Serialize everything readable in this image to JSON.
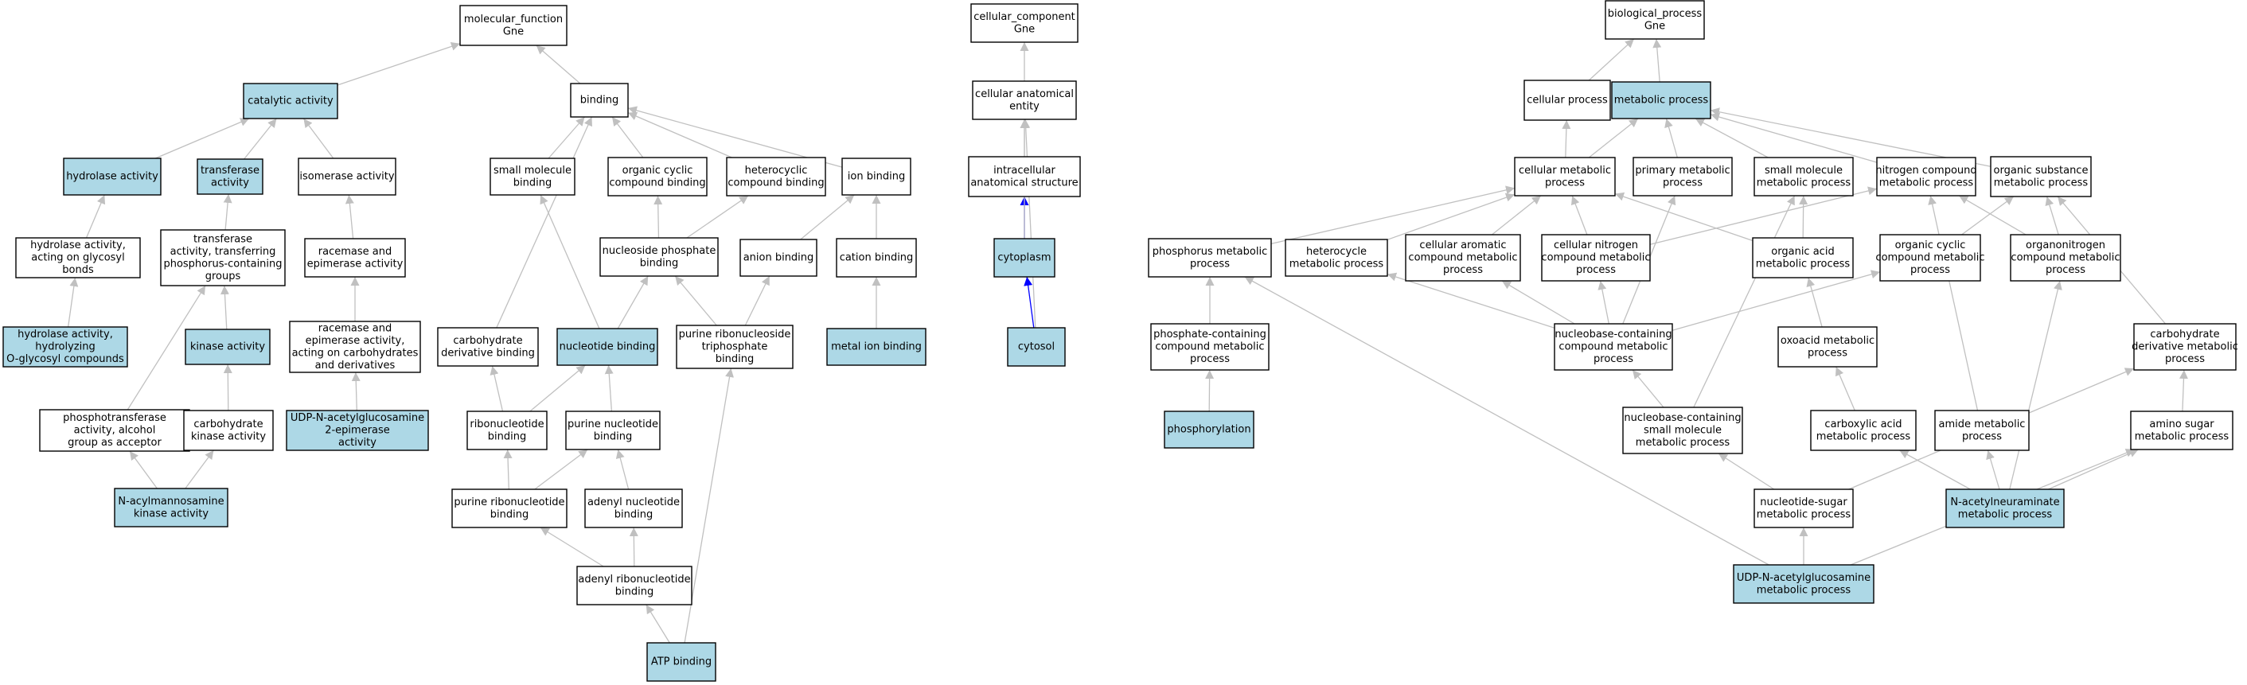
{
  "colors": {
    "highlight": "#add8e6",
    "normal": "#ffffff",
    "border": "#000000",
    "edge": "#c0c0c0",
    "edge_emph": "#0000ff"
  },
  "nodes": [
    {
      "id": "mf",
      "lines": [
        "molecular_function",
        "Gne"
      ],
      "hl": false
    },
    {
      "id": "cat",
      "lines": [
        "catalytic activity"
      ],
      "hl": true
    },
    {
      "id": "bind",
      "lines": [
        "binding"
      ],
      "hl": false
    },
    {
      "id": "hyd",
      "lines": [
        "hydrolase activity"
      ],
      "hl": true
    },
    {
      "id": "trf",
      "lines": [
        "transferase",
        "activity"
      ],
      "hl": true
    },
    {
      "id": "iso",
      "lines": [
        "isomerase activity"
      ],
      "hl": false
    },
    {
      "id": "hydgly",
      "lines": [
        "hydrolase activity,",
        "acting on glycosyl",
        "bonds"
      ],
      "hl": false
    },
    {
      "id": "trfp",
      "lines": [
        "transferase",
        "activity, transferring",
        "phosphorus-containing",
        "groups"
      ],
      "hl": false
    },
    {
      "id": "race",
      "lines": [
        "racemase and",
        "epimerase activity"
      ],
      "hl": false
    },
    {
      "id": "hydo",
      "lines": [
        "hydrolase activity,",
        "hydrolyzing",
        "O-glycosyl compounds"
      ],
      "hl": true
    },
    {
      "id": "kin",
      "lines": [
        "kinase activity"
      ],
      "hl": true
    },
    {
      "id": "racc",
      "lines": [
        "racemase and",
        "epimerase activity,",
        "acting on carbohydrates",
        "and derivatives"
      ],
      "hl": false
    },
    {
      "id": "udpepi",
      "lines": [
        "UDP-N-acetylglucosamine",
        "2-epimerase",
        "activity"
      ],
      "hl": true
    },
    {
      "id": "phtr",
      "lines": [
        "phosphotransferase",
        "activity, alcohol",
        "group as acceptor"
      ],
      "hl": false
    },
    {
      "id": "carbk",
      "lines": [
        "carbohydrate",
        "kinase activity"
      ],
      "hl": false
    },
    {
      "id": "nak",
      "lines": [
        "N-acylmannosamine",
        "kinase activity"
      ],
      "hl": true
    },
    {
      "id": "smb",
      "lines": [
        "small molecule",
        "binding"
      ],
      "hl": false
    },
    {
      "id": "ocb",
      "lines": [
        "organic cyclic",
        "compound binding"
      ],
      "hl": false
    },
    {
      "id": "hcb",
      "lines": [
        "heterocyclic",
        "compound binding"
      ],
      "hl": false
    },
    {
      "id": "ionb",
      "lines": [
        "ion binding"
      ],
      "hl": false
    },
    {
      "id": "npb",
      "lines": [
        "nucleoside phosphate",
        "binding"
      ],
      "hl": false
    },
    {
      "id": "anb",
      "lines": [
        "anion binding"
      ],
      "hl": false
    },
    {
      "id": "catb",
      "lines": [
        "cation binding"
      ],
      "hl": false
    },
    {
      "id": "cdb",
      "lines": [
        "carbohydrate",
        "derivative binding"
      ],
      "hl": false
    },
    {
      "id": "ntb",
      "lines": [
        "nucleotide binding"
      ],
      "hl": true
    },
    {
      "id": "prtb",
      "lines": [
        "purine ribonucleoside",
        "triphosphate",
        "binding"
      ],
      "hl": false
    },
    {
      "id": "mib",
      "lines": [
        "metal ion binding"
      ],
      "hl": true
    },
    {
      "id": "rnb",
      "lines": [
        "ribonucleotide",
        "binding"
      ],
      "hl": false
    },
    {
      "id": "pnb",
      "lines": [
        "purine nucleotide",
        "binding"
      ],
      "hl": false
    },
    {
      "id": "prnb",
      "lines": [
        "purine ribonucleotide",
        "binding"
      ],
      "hl": false
    },
    {
      "id": "anub",
      "lines": [
        "adenyl nucleotide",
        "binding"
      ],
      "hl": false
    },
    {
      "id": "arnb",
      "lines": [
        "adenyl ribonucleotide",
        "binding"
      ],
      "hl": false
    },
    {
      "id": "atp",
      "lines": [
        "ATP binding"
      ],
      "hl": true
    },
    {
      "id": "cc",
      "lines": [
        "cellular_component",
        "Gne"
      ],
      "hl": false
    },
    {
      "id": "cae",
      "lines": [
        "cellular anatomical",
        "entity"
      ],
      "hl": false
    },
    {
      "id": "ias",
      "lines": [
        "intracellular",
        "anatomical structure"
      ],
      "hl": false
    },
    {
      "id": "cyto",
      "lines": [
        "cytoplasm"
      ],
      "hl": true
    },
    {
      "id": "cytosol",
      "lines": [
        "cytosol"
      ],
      "hl": true
    },
    {
      "id": "bp",
      "lines": [
        "biological_process",
        "Gne"
      ],
      "hl": false
    },
    {
      "id": "cp",
      "lines": [
        "cellular process"
      ],
      "hl": false
    },
    {
      "id": "mp",
      "lines": [
        "metabolic process"
      ],
      "hl": true
    },
    {
      "id": "cmp",
      "lines": [
        "cellular metabolic",
        "process"
      ],
      "hl": false
    },
    {
      "id": "pmp",
      "lines": [
        "primary metabolic",
        "process"
      ],
      "hl": false
    },
    {
      "id": "smmp",
      "lines": [
        "small molecule",
        "metabolic process"
      ],
      "hl": false
    },
    {
      "id": "ncmp",
      "lines": [
        "nitrogen compound",
        "metabolic process"
      ],
      "hl": false
    },
    {
      "id": "osmp",
      "lines": [
        "organic substance",
        "metabolic process"
      ],
      "hl": false
    },
    {
      "id": "phmp",
      "lines": [
        "phosphorus metabolic",
        "process"
      ],
      "hl": false
    },
    {
      "id": "hcmp",
      "lines": [
        "heterocycle",
        "metabolic process"
      ],
      "hl": false
    },
    {
      "id": "cacmp",
      "lines": [
        "cellular aromatic",
        "compound metabolic",
        "process"
      ],
      "hl": false
    },
    {
      "id": "cncmp",
      "lines": [
        "cellular nitrogen",
        "compound metabolic",
        "process"
      ],
      "hl": false
    },
    {
      "id": "oamp",
      "lines": [
        "organic acid",
        "metabolic process"
      ],
      "hl": false
    },
    {
      "id": "occmp",
      "lines": [
        "organic cyclic",
        "compound metabolic",
        "process"
      ],
      "hl": false
    },
    {
      "id": "oncmp",
      "lines": [
        "organonitrogen",
        "compound metabolic",
        "process"
      ],
      "hl": false
    },
    {
      "id": "pccmp",
      "lines": [
        "phosphate-containing",
        "compound metabolic",
        "process"
      ],
      "hl": false
    },
    {
      "id": "nbccmp",
      "lines": [
        "nucleobase-containing",
        "compound metabolic",
        "process"
      ],
      "hl": false
    },
    {
      "id": "oxmp",
      "lines": [
        "oxoacid metabolic",
        "process"
      ],
      "hl": false
    },
    {
      "id": "cdmp",
      "lines": [
        "carbohydrate",
        "derivative metabolic",
        "process"
      ],
      "hl": false
    },
    {
      "id": "phos",
      "lines": [
        "phosphorylation"
      ],
      "hl": true
    },
    {
      "id": "nbcsmp",
      "lines": [
        "nucleobase-containing",
        "small molecule",
        "metabolic process"
      ],
      "hl": false
    },
    {
      "id": "camp",
      "lines": [
        "carboxylic acid",
        "metabolic process"
      ],
      "hl": false
    },
    {
      "id": "amp",
      "lines": [
        "amide metabolic",
        "process"
      ],
      "hl": false
    },
    {
      "id": "asmp",
      "lines": [
        "amino sugar",
        "metabolic process"
      ],
      "hl": false
    },
    {
      "id": "nsmp",
      "lines": [
        "nucleotide-sugar",
        "metabolic process"
      ],
      "hl": false
    },
    {
      "id": "nanmp",
      "lines": [
        "N-acetylneuraminate",
        "metabolic process"
      ],
      "hl": true
    },
    {
      "id": "udpmp",
      "lines": [
        "UDP-N-acetylglucosamine",
        "metabolic process"
      ],
      "hl": true
    }
  ],
  "edges": [
    [
      "cat",
      "mf"
    ],
    [
      "bind",
      "mf"
    ],
    [
      "hyd",
      "cat"
    ],
    [
      "trf",
      "cat"
    ],
    [
      "iso",
      "cat"
    ],
    [
      "hydgly",
      "hyd"
    ],
    [
      "trfp",
      "trf"
    ],
    [
      "race",
      "iso"
    ],
    [
      "hydo",
      "hydgly"
    ],
    [
      "kin",
      "trfp"
    ],
    [
      "racc",
      "race"
    ],
    [
      "udpepi",
      "racc"
    ],
    [
      "phtr",
      "trfp"
    ],
    [
      "carbk",
      "kin"
    ],
    [
      "nak",
      "phtr"
    ],
    [
      "nak",
      "carbk"
    ],
    [
      "smb",
      "bind"
    ],
    [
      "ocb",
      "bind"
    ],
    [
      "hcb",
      "bind"
    ],
    [
      "ionb",
      "bind"
    ],
    [
      "cdb",
      "bind"
    ],
    [
      "npb",
      "ocb"
    ],
    [
      "npb",
      "hcb"
    ],
    [
      "anb",
      "ionb"
    ],
    [
      "catb",
      "ionb"
    ],
    [
      "ntb",
      "smb"
    ],
    [
      "ntb",
      "npb"
    ],
    [
      "prtb",
      "npb"
    ],
    [
      "prtb",
      "anb"
    ],
    [
      "mib",
      "catb"
    ],
    [
      "rnb",
      "cdb"
    ],
    [
      "rnb",
      "ntb"
    ],
    [
      "pnb",
      "ntb"
    ],
    [
      "prnb",
      "rnb"
    ],
    [
      "prnb",
      "pnb"
    ],
    [
      "anub",
      "pnb"
    ],
    [
      "arnb",
      "prnb"
    ],
    [
      "arnb",
      "anub"
    ],
    [
      "atp",
      "arnb"
    ],
    [
      "atp",
      "prtb"
    ],
    [
      "cae",
      "cc"
    ],
    [
      "ias",
      "cae"
    ],
    [
      "cyto",
      "ias"
    ],
    [
      "cyto",
      "cae"
    ],
    [
      "cytosol",
      "cyto"
    ],
    [
      "cytosol",
      "cae"
    ],
    [
      "cp",
      "bp"
    ],
    [
      "mp",
      "bp"
    ],
    [
      "cmp",
      "cp"
    ],
    [
      "cmp",
      "mp"
    ],
    [
      "pmp",
      "mp"
    ],
    [
      "smmp",
      "mp"
    ],
    [
      "ncmp",
      "mp"
    ],
    [
      "osmp",
      "mp"
    ],
    [
      "phmp",
      "cmp"
    ],
    [
      "hcmp",
      "cmp"
    ],
    [
      "cacmp",
      "cmp"
    ],
    [
      "cncmp",
      "cmp"
    ],
    [
      "cncmp",
      "ncmp"
    ],
    [
      "oamp",
      "smmp"
    ],
    [
      "oamp",
      "cmp"
    ],
    [
      "occmp",
      "osmp"
    ],
    [
      "oncmp",
      "ncmp"
    ],
    [
      "oncmp",
      "osmp"
    ],
    [
      "pccmp",
      "phmp"
    ],
    [
      "phos",
      "pccmp"
    ],
    [
      "nbccmp",
      "hcmp"
    ],
    [
      "nbccmp",
      "cacmp"
    ],
    [
      "nbccmp",
      "cncmp"
    ],
    [
      "nbccmp",
      "pmp"
    ],
    [
      "nbccmp",
      "occmp"
    ],
    [
      "oxmp",
      "oamp"
    ],
    [
      "camp",
      "oxmp"
    ],
    [
      "cdmp",
      "osmp"
    ],
    [
      "asmp",
      "cdmp"
    ],
    [
      "nbcsmp",
      "nbccmp"
    ],
    [
      "nbcsmp",
      "smmp"
    ],
    [
      "amp",
      "ncmp"
    ],
    [
      "nsmp",
      "nbcsmp"
    ],
    [
      "nsmp",
      "cdmp"
    ],
    [
      "nanmp",
      "camp"
    ],
    [
      "nanmp",
      "amp"
    ],
    [
      "nanmp",
      "asmp"
    ],
    [
      "nanmp",
      "oncmp"
    ],
    [
      "udpmp",
      "nsmp"
    ],
    [
      "udpmp",
      "asmp"
    ],
    [
      "udpmp",
      "phmp"
    ]
  ],
  "emphasized_edges": [
    [
      "cyto",
      "ias"
    ],
    [
      "cytosol",
      "cyto"
    ]
  ]
}
